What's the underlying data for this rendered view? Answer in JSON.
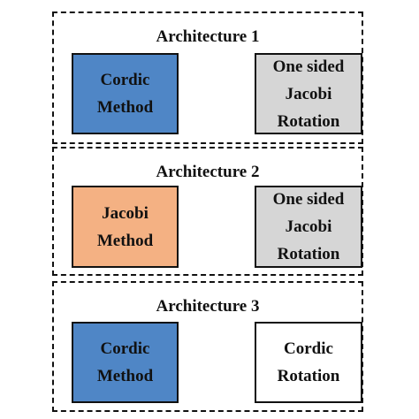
{
  "architectures": [
    {
      "title": "Architecture 1",
      "left": {
        "lines": [
          "Cordic",
          "Method"
        ],
        "color": "#4f86c6"
      },
      "right": {
        "lines": [
          "One sided",
          "Jacobi",
          "Rotation"
        ],
        "color": "#d6d6d6"
      }
    },
    {
      "title": "Architecture 2",
      "left": {
        "lines": [
          "Jacobi",
          "Method"
        ],
        "color": "#f4b183"
      },
      "right": {
        "lines": [
          "One sided",
          "Jacobi",
          "Rotation"
        ],
        "color": "#d6d6d6"
      }
    },
    {
      "title": "Architecture 3",
      "left": {
        "lines": [
          "Cordic",
          "Method"
        ],
        "color": "#4f86c6"
      },
      "right": {
        "lines": [
          "Cordic",
          "Rotation"
        ],
        "color": "#ffffff"
      }
    }
  ]
}
